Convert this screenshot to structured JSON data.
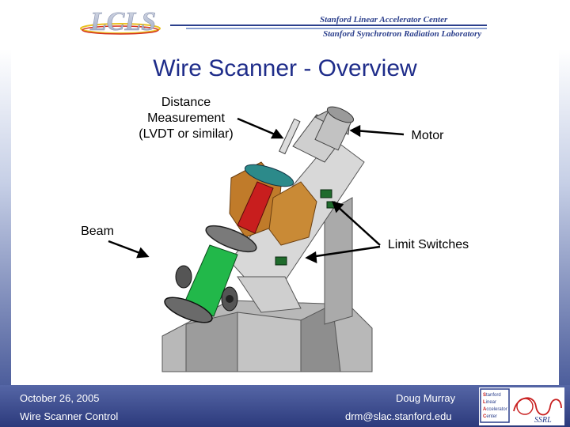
{
  "header": {
    "logo_text": "LCLS",
    "lab_line_1": "Stanford Linear Accelerator Center",
    "lab_line_2": "Stanford Synchrotron Radiation Laboratory"
  },
  "slide": {
    "title": "Wire Scanner - Overview",
    "labels": {
      "distance": [
        "Distance",
        "Measurement",
        "(LVDT or similar)"
      ],
      "motor": "Motor",
      "beam": "Beam",
      "limit": "Limit Switches"
    }
  },
  "footer": {
    "date": "October 26, 2005",
    "topic": "Wire Scanner Control",
    "author": "Doug Murray",
    "email": "drm@slac.stanford.edu",
    "ssrl_logo_text": "Stanford Linear Accelerator Center SSRL"
  },
  "colors": {
    "title": "#1f2d8a",
    "footer": "#2c3a7c",
    "beam_pipe": "#22b84a",
    "wire_tube": "#c81e1e",
    "bracket": "#c07b2a"
  }
}
